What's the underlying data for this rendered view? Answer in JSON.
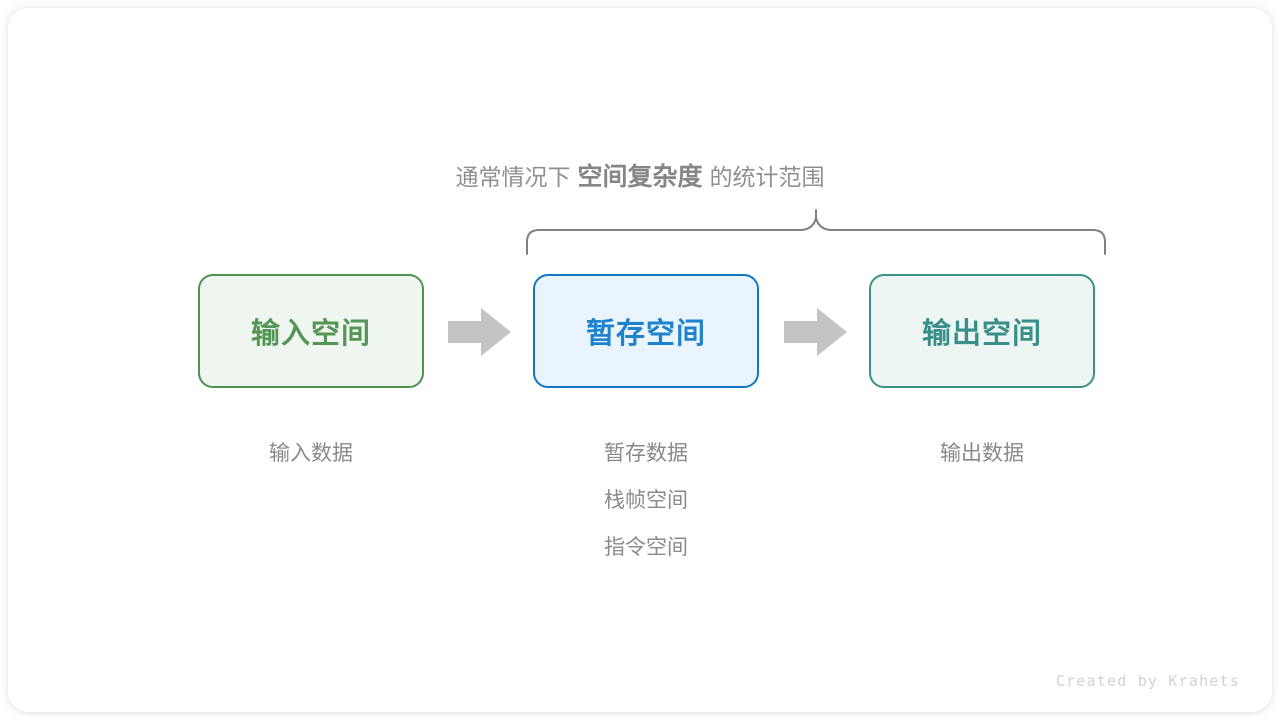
{
  "diagram": {
    "scope_caption": {
      "prefix": "通常情况下",
      "emphasis": "空间复杂度",
      "suffix": "的统计范围"
    },
    "boxes": [
      {
        "id": "input",
        "label": "输入空间",
        "accent": "#4e9352",
        "fill": "#eff6ef",
        "text_color": "#539656"
      },
      {
        "id": "temp",
        "label": "暂存空间",
        "accent": "#1077c2",
        "fill": "#e9f4fd",
        "text_color": "#1f82cd"
      },
      {
        "id": "output",
        "label": "输出空间",
        "accent": "#3b9288",
        "fill": "#eef6f4",
        "text_color": "#389088"
      }
    ],
    "captions": {
      "input": [
        "输入数据"
      ],
      "temp": [
        "暂存数据",
        "栈帧空间",
        "指令空间"
      ],
      "output": [
        "输出数据"
      ]
    },
    "arrow_color": "#c4c4c4",
    "brace_color": "#808080",
    "watermark": "Created by Krahets"
  }
}
